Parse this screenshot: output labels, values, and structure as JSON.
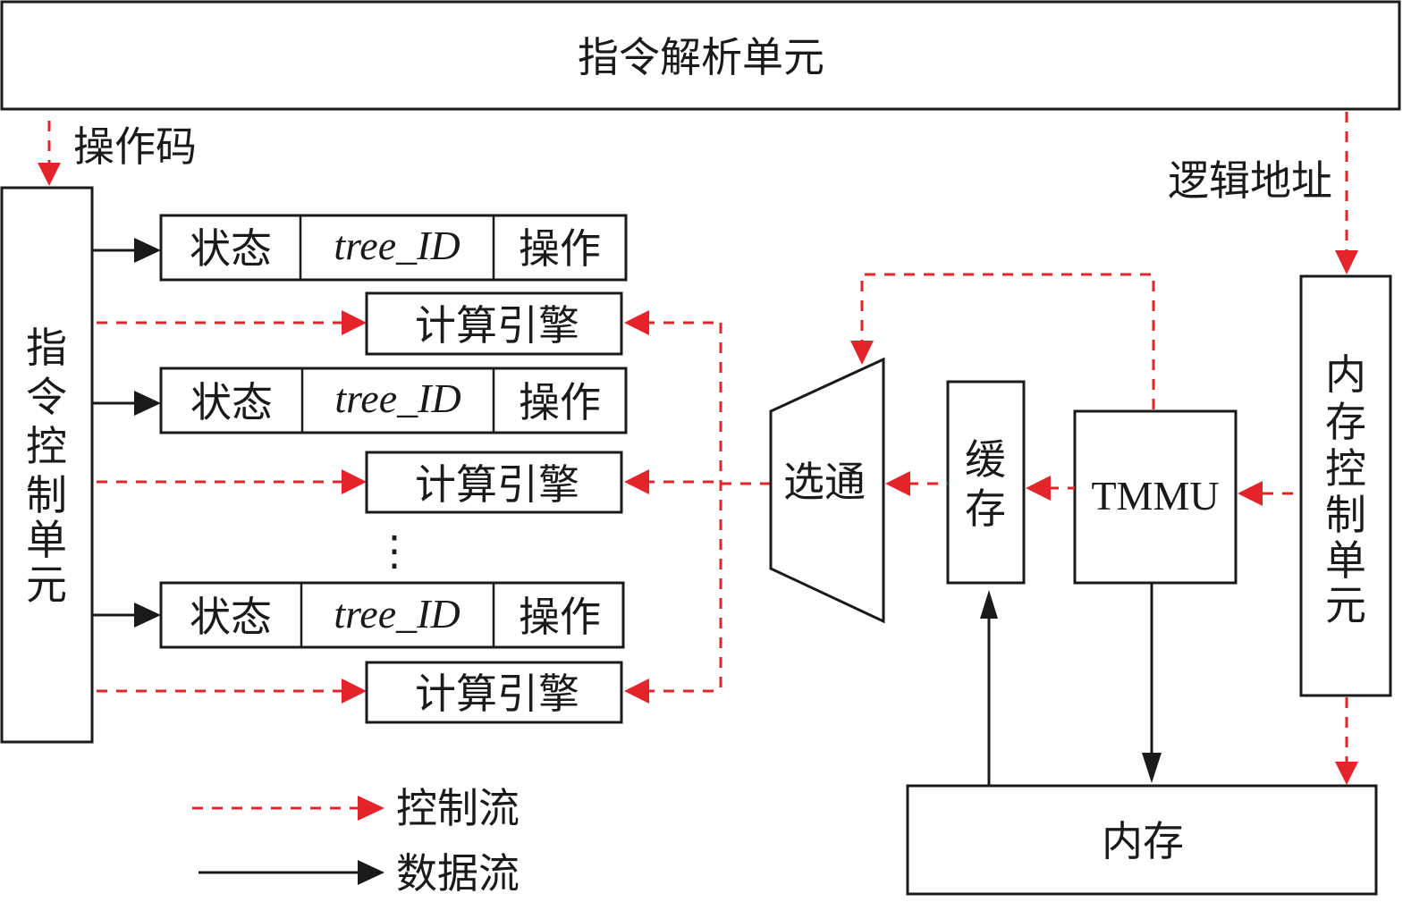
{
  "diagram": {
    "instruction_parse_unit": "指令解析单元",
    "opcode_label": "操作码",
    "logical_address_label": "逻辑地址",
    "instruction_control_unit_chars": [
      "指",
      "令",
      "控",
      "制",
      "单",
      "元"
    ],
    "memory_control_unit_chars": [
      "内",
      "存",
      "控",
      "制",
      "单",
      "元"
    ],
    "entries": [
      {
        "state": "状态",
        "tree_id": "tree_ID",
        "operation": "操作",
        "engine": "计算引擎"
      },
      {
        "state": "状态",
        "tree_id": "tree_ID",
        "operation": "操作",
        "engine": "计算引擎"
      },
      {
        "state": "状态",
        "tree_id": "tree_ID",
        "operation": "操作",
        "engine": "计算引擎"
      }
    ],
    "ellipsis": "⋮",
    "selector": "选通",
    "cache_chars": [
      "缓",
      "存"
    ],
    "tmmu": "TMMU",
    "memory": "内存"
  },
  "legend": {
    "control_flow": "控制流",
    "data_flow": "数据流",
    "control_color": "#e3242b",
    "data_color": "#1a1a1a"
  }
}
